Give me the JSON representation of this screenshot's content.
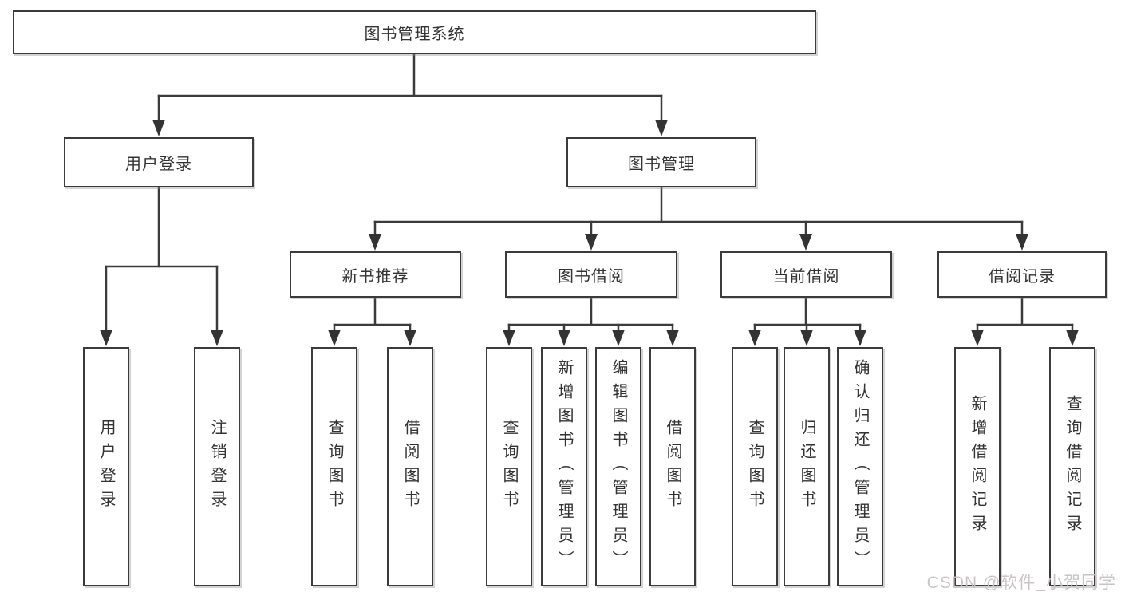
{
  "appearance": {
    "background": "#ffffff",
    "line_color": "#3b3b3b",
    "box_border_color": "#3b3b3b",
    "box_fill": "#ffffff",
    "text_color": "#333333",
    "watermark_color": "#c6c2c2"
  },
  "diagram": {
    "title_note": "functional structure tree",
    "root": "图书管理系统",
    "level2": {
      "user_login": "用户登录",
      "book_management": "图书管理"
    },
    "level3": {
      "new_book_recommend": "新书推荐",
      "book_borrowing": "图书借阅",
      "current_borrowing": "当前借阅",
      "borrowing_records": "借阅记录"
    },
    "leaves": {
      "user_login": "用户登录",
      "logout": "注销登录",
      "nb_query_books": "查询图书",
      "nb_borrow_books": "借阅图书",
      "bb_query_books": "查询图书",
      "bb_add_books_admin": "新增图书（管理员）",
      "bb_edit_books_admin": "编辑图书（管理员）",
      "bb_borrow_books": "借阅图书",
      "cb_query_books": "查询图书",
      "cb_return_books": "归还图书",
      "cb_confirm_return_admin": "确认归还（管理员）",
      "br_add_record": "新增借阅记录",
      "br_query_record": "查询借阅记录"
    }
  },
  "watermark": "CSDN @软件_小贺同学"
}
